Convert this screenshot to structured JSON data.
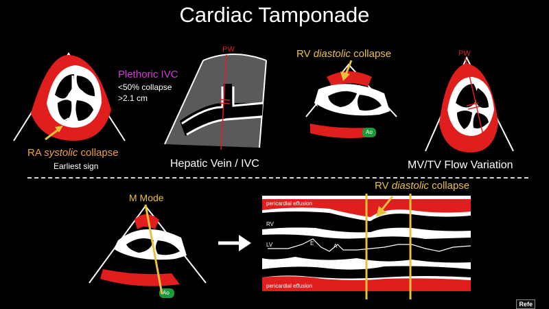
{
  "title": "Cardiac Tamponade",
  "panels": {
    "ra": {
      "label_pre": "RA ",
      "label_em": "systolic",
      "label_post": " collapse",
      "sub": "Earliest sign"
    },
    "ivc": {
      "title": "Plethoric IVC",
      "line1": "<50% collapse",
      "line2": ">2.1 cm",
      "pw": "PW",
      "caption": "Hepatic Vein / IVC"
    },
    "rv": {
      "label_pre": "RV ",
      "label_em": "diastolic",
      "label_post": " collapse",
      "ao": "Ao"
    },
    "mv": {
      "pw": "PW",
      "caption": "MV/TV Flow Variation"
    },
    "mmode": {
      "label": "M Mode",
      "ao": "Ao"
    },
    "trace": {
      "label_pre": "RV ",
      "label_em": "diastolic",
      "label_post": " collapse",
      "eff_top": "pericardial effusion",
      "eff_bottom": "pericardial effusion",
      "rv": "RV",
      "lv": "LV",
      "e": "E",
      "a": "A"
    }
  },
  "badge": "Refe",
  "colors": {
    "effusion": "#e01e1e",
    "highlight": "#e8c23c",
    "accent_magenta": "#d43bd8",
    "accent_orange": "#f0a040",
    "ao_green": "#1a9a3a"
  }
}
